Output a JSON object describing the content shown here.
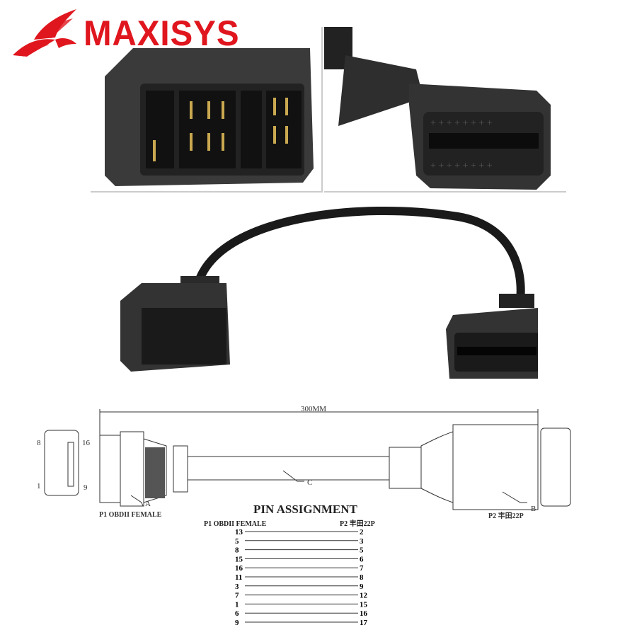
{
  "brand": {
    "logo_text": "MAXISYS",
    "color": "#e0161e"
  },
  "diagram": {
    "length_label": "300MM",
    "obd_pins": {
      "top_left": "8",
      "top_right": "16",
      "bottom_left": "1",
      "bottom_right": "9"
    },
    "callouts": {
      "a": "A",
      "b": "B",
      "c": "C"
    },
    "p1_label": "P1 OBDII FEMALE",
    "p2_label": "P2 丰田22P"
  },
  "pin_assignment": {
    "title": "PIN ASSIGNMENT",
    "col_left": "P1 OBDII FEMALE",
    "col_right": "P2 丰田22P",
    "rows": [
      {
        "p1": "13",
        "p2": "2"
      },
      {
        "p1": "5",
        "p2": "3"
      },
      {
        "p1": "8",
        "p2": "5"
      },
      {
        "p1": "15",
        "p2": "6"
      },
      {
        "p1": "16",
        "p2": "7"
      },
      {
        "p1": "11",
        "p2": "8"
      },
      {
        "p1": "3",
        "p2": "9"
      },
      {
        "p1": "7",
        "p2": "12"
      },
      {
        "p1": "1",
        "p2": "15"
      },
      {
        "p1": "6",
        "p2": "16"
      },
      {
        "p1": "9",
        "p2": "17"
      }
    ]
  }
}
